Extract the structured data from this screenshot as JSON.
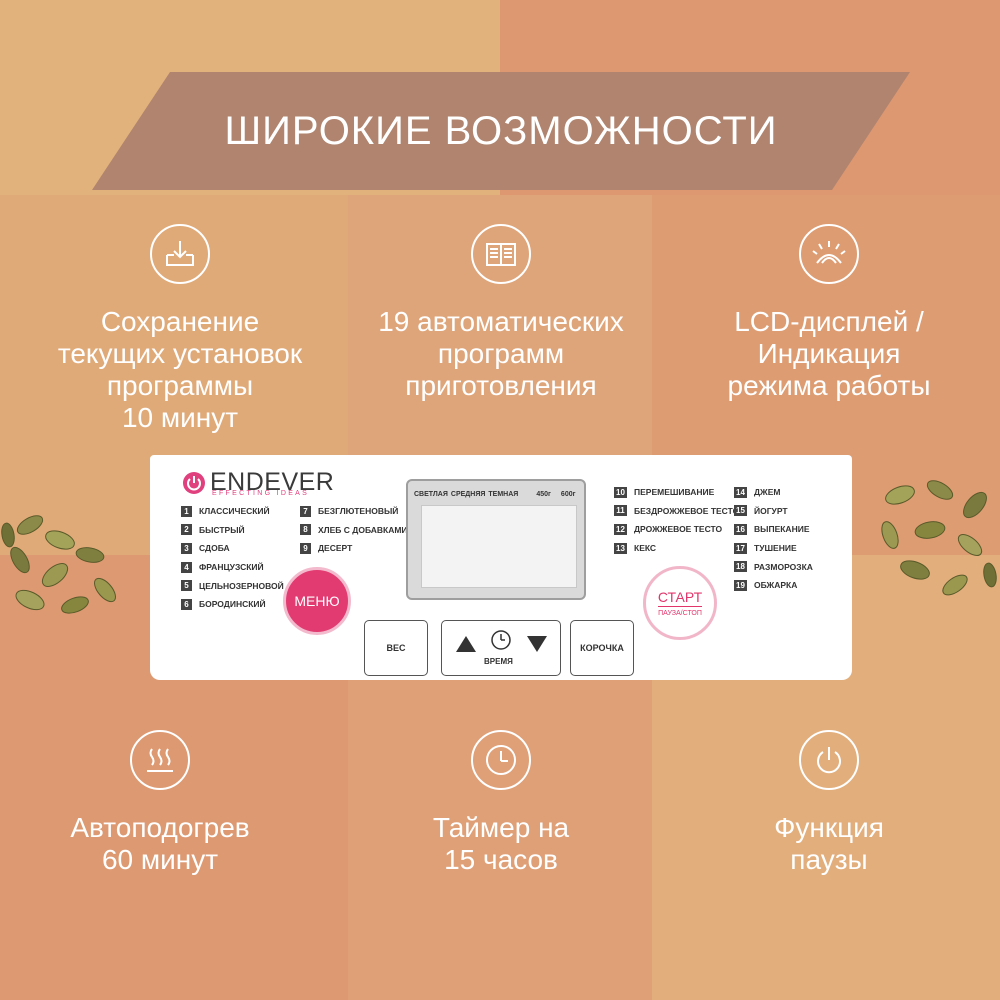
{
  "banner": {
    "title": "ШИРОКИЕ ВОЗМОЖНОСТИ"
  },
  "features": [
    {
      "icon": "download-tray-icon",
      "text": "Сохранение\nтекущих установок\nпрограммы\n10 минут"
    },
    {
      "icon": "book-icon",
      "text": "19 автоматических\nпрограмм\nприготовления"
    },
    {
      "icon": "display-glow-icon",
      "text": "LCD-дисплей /\nИндикация\nрежима работы"
    },
    {
      "icon": "heat-waves-icon",
      "text": "Автоподогрев\n60 минут"
    },
    {
      "icon": "clock-icon",
      "text": "Таймер на\n15 часов"
    },
    {
      "icon": "power-icon",
      "text": "Функция\nпаузы"
    }
  ],
  "panel": {
    "brand": "ENDEVER",
    "tagline": "EFFECTING IDEAS",
    "programs_col1": [
      {
        "num": "1",
        "label": "КЛАССИЧЕСКИЙ"
      },
      {
        "num": "2",
        "label": "БЫСТРЫЙ"
      },
      {
        "num": "3",
        "label": "СДОБА"
      },
      {
        "num": "4",
        "label": "ФРАНЦУЗСКИЙ"
      },
      {
        "num": "5",
        "label": "ЦЕЛЬНОЗЕРНОВОЙ"
      },
      {
        "num": "6",
        "label": "БОРОДИНСКИЙ"
      }
    ],
    "programs_col2": [
      {
        "num": "7",
        "label": "БЕЗГЛЮТЕНОВЫЙ"
      },
      {
        "num": "8",
        "label": "ХЛЕБ С ДОБАВКАМИ"
      },
      {
        "num": "9",
        "label": "ДЕСЕРТ"
      }
    ],
    "programs_col3": [
      {
        "num": "10",
        "label": "ПЕРЕМЕШИВАНИЕ"
      },
      {
        "num": "11",
        "label": "БЕЗДРОЖЖЕВОЕ ТЕСТО"
      },
      {
        "num": "12",
        "label": "ДРОЖЖЕВОЕ ТЕСТО"
      },
      {
        "num": "13",
        "label": "КЕКС"
      }
    ],
    "programs_col4": [
      {
        "num": "14",
        "label": "ДЖЕМ"
      },
      {
        "num": "15",
        "label": "ЙОГУРТ"
      },
      {
        "num": "16",
        "label": "ВЫПЕКАНИЕ"
      },
      {
        "num": "17",
        "label": "ТУШЕНИЕ"
      },
      {
        "num": "18",
        "label": "РАЗМОРОЗКА"
      },
      {
        "num": "19",
        "label": "ОБЖАРКА"
      }
    ],
    "lcd": {
      "light": "СВЕТЛАЯ",
      "medium": "СРЕДНЯЯ",
      "dark": "ТЕМНАЯ",
      "w450": "450г",
      "w600": "600г"
    },
    "menu_button": "МЕНЮ",
    "start_button": "СТАРТ",
    "start_sub": "ПАУЗА/СТОП",
    "weight_button": "ВЕС",
    "time_label": "ВРЕМЯ",
    "crust_button": "КОРОЧКА"
  },
  "colors": {
    "banner": "#b0846e",
    "accent_pink": "#e23b72",
    "bg_light": "#e2b07c",
    "bg_salmon": "#dc9a72"
  }
}
